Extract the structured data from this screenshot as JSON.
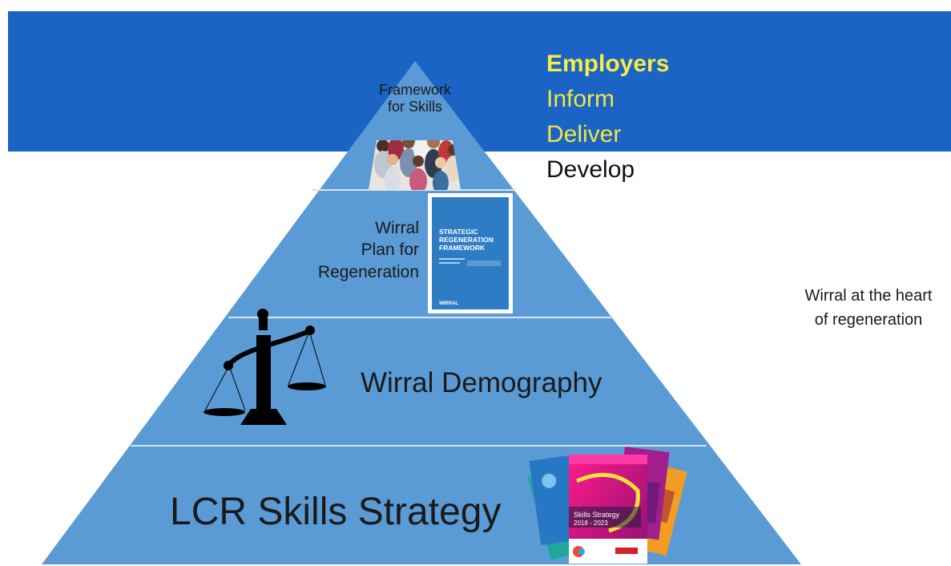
{
  "colors": {
    "banner": "#1b63c4",
    "pyramid": "#5b9bd5",
    "pyramid_divider": "#d6e4f2",
    "highlight_text": "#f0e642",
    "body_text": "#1a1a1a"
  },
  "pyramid": {
    "levels": [
      {
        "label": "Framework\nfor Skills",
        "image": "people-group-photo"
      },
      {
        "label": "Wirral\nPlan for\nRegeneration",
        "image": "document-cover"
      },
      {
        "label": "Wirral Demography",
        "image": "scales-icon"
      },
      {
        "label": "LCR Skills Strategy",
        "image": "brochure-stack"
      }
    ]
  },
  "document_cover": {
    "title": "STRATEGIC\nREGENERATION\nFRAMEWORK",
    "logo_text": "WIRRAL"
  },
  "brochure": {
    "title": "Skills Strategy",
    "years": "2018 - 2023"
  },
  "side_list": {
    "employers": "Employers",
    "inform": "Inform",
    "deliver": "Deliver",
    "develop": "Develop"
  },
  "tagline": {
    "line1": "Wirral at the heart",
    "line2": "of regeneration"
  }
}
